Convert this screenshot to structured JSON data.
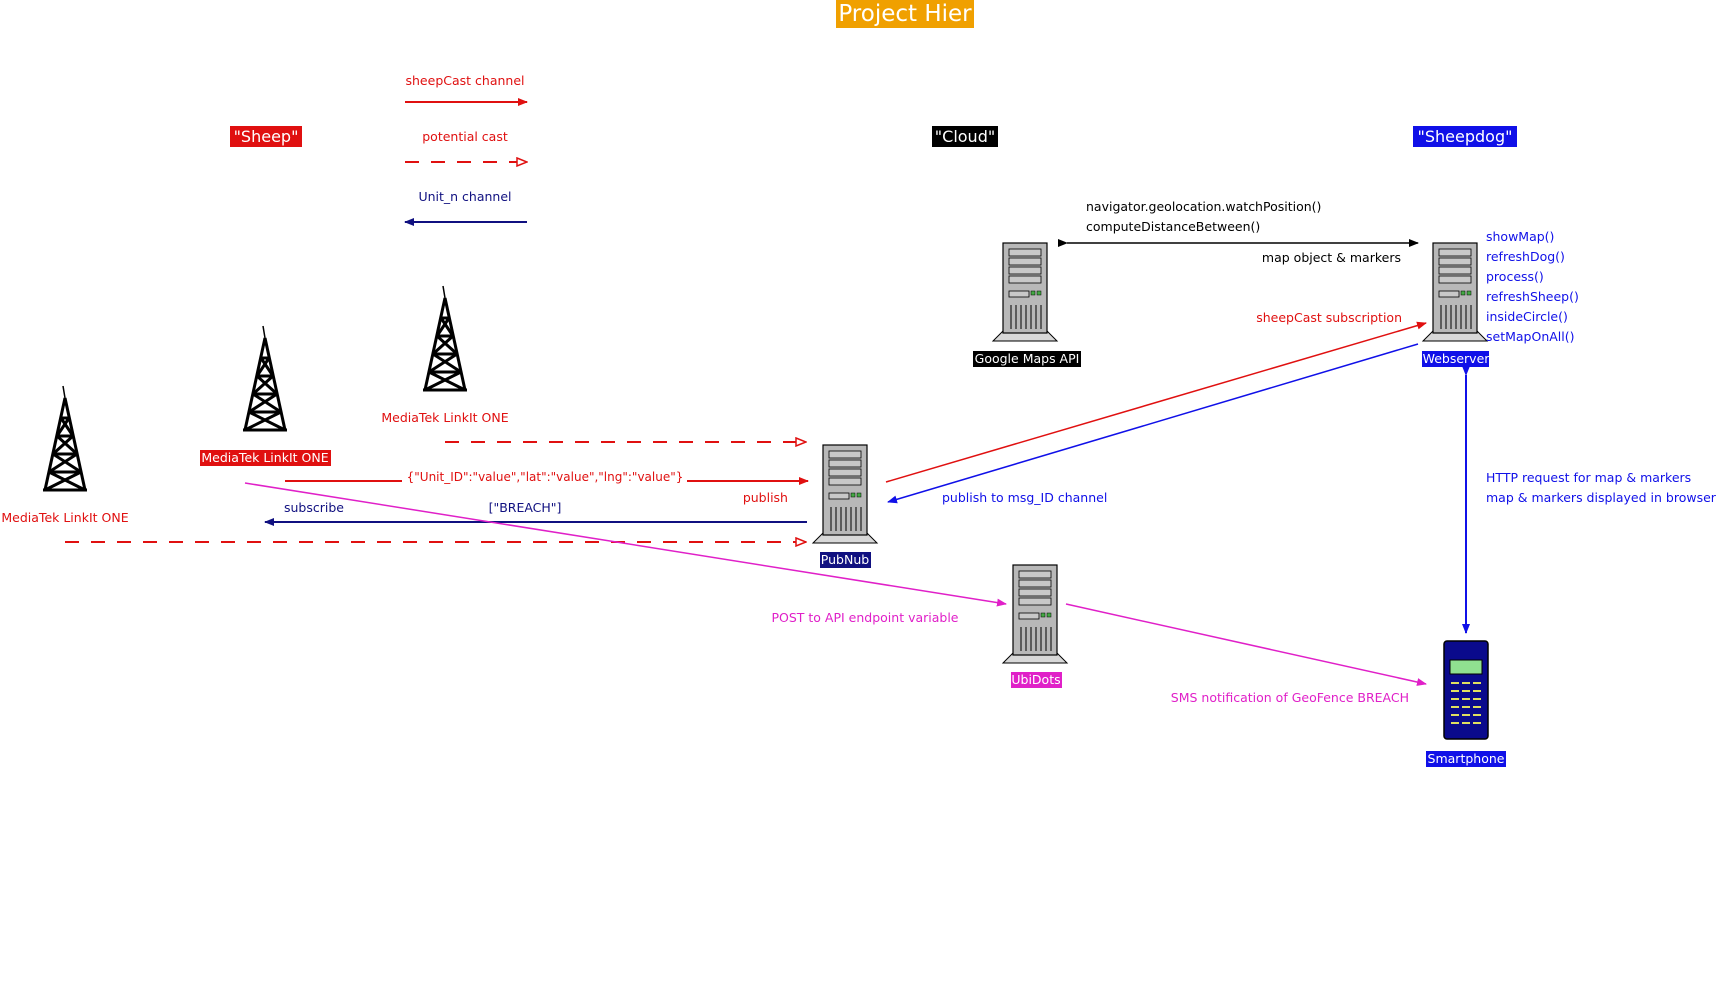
{
  "title": "Project Hier",
  "groups": {
    "sheep": "\"Sheep\"",
    "cloud": "\"Cloud\"",
    "sheepdog": "\"Sheepdog\""
  },
  "legend": {
    "sheepcast": "sheepCast channel",
    "potential": "potential cast",
    "unit": "Unit_n channel"
  },
  "devices": {
    "tower1": "MediaTek LinkIt ONE",
    "tower2": "MediaTek LinkIt ONE",
    "tower3": "MediaTek LinkIt ONE",
    "pubnub": "PubNub",
    "ubidots": "UbiDots",
    "maps": "Google Maps API",
    "webserver": "Webserver",
    "smartphone": "Smartphone"
  },
  "labels": {
    "payload": "{\"Unit_ID\":\"value\",\"lat\":\"value\",\"lng\":\"value\"}",
    "publish": "publish",
    "subscribe": "subscribe",
    "breach": "[\"BREACH\"]",
    "post": "POST to API endpoint variable",
    "publish_msg": "publish to msg_ID channel",
    "sheepcast_sub": "sheepCast subscription",
    "watch": "navigator.geolocation.watchPosition()",
    "compute": "computeDistanceBetween()",
    "map_obj": "map object & markers",
    "http1": "HTTP request for map & markers",
    "http2": "map & markers displayed in browser",
    "sms": "SMS notification of GeoFence BREACH"
  },
  "functions": [
    "showMap()",
    "refreshDog()",
    "process()",
    "refreshSheep()",
    "insideCircle()",
    "setMapOnAll()"
  ],
  "colors": {
    "red": "#e01010",
    "navy": "#101080",
    "blue": "#1010e8",
    "magenta": "#e020c8",
    "orange": "#f0a000",
    "black": "#000000",
    "server": "#b8b8b8",
    "phone": "#0a0a8c",
    "screen": "#90e090"
  }
}
